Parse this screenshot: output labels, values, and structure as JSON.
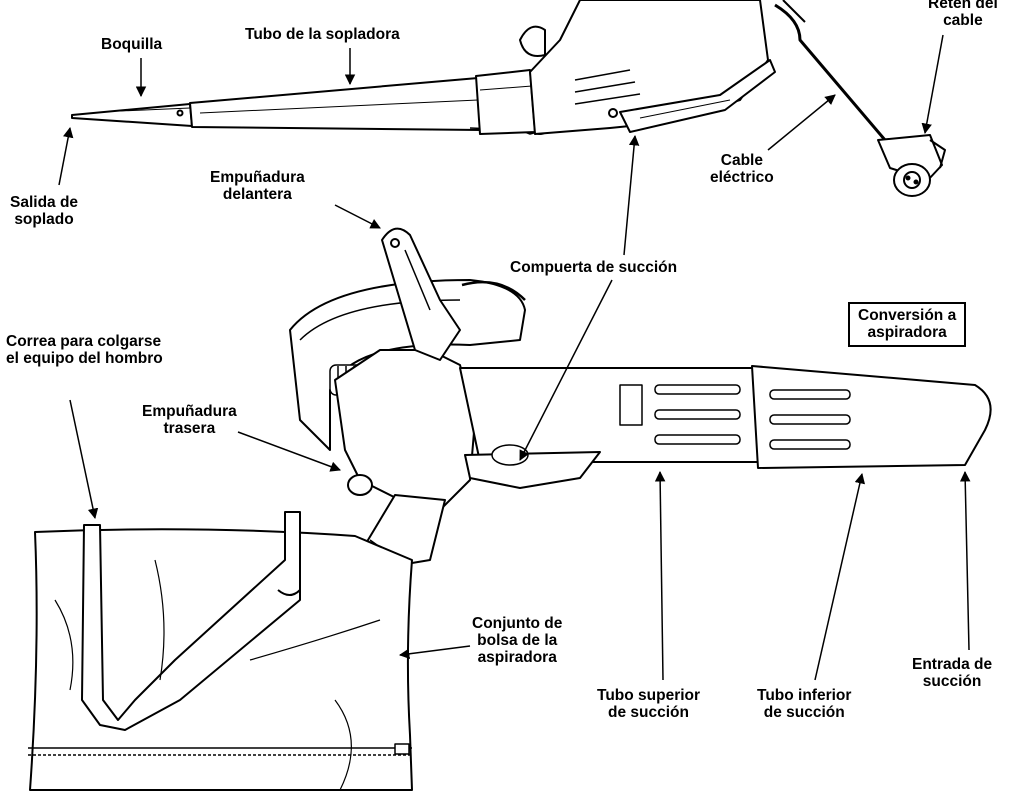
{
  "labels": {
    "boquilla": "Boquilla",
    "tubo_sopladora": "Tubo de la sopladora",
    "reten_cable": [
      "Retén del",
      "cable"
    ],
    "salida_soplado": [
      "Salida de",
      "soplado"
    ],
    "empunadura_delantera": [
      "Empuñadura",
      "delantera"
    ],
    "cable_electrico": [
      "Cable",
      "eléctrico"
    ],
    "compuerta_succion": "Compuerta de succión",
    "conversion_aspiradora": [
      "Conversión a",
      "aspiradora"
    ],
    "correa": [
      "Correa para colgarse",
      "el equipo del hombro"
    ],
    "empunadura_trasera": [
      "Empuñadura",
      "trasera"
    ],
    "conjunto_bolsa": [
      "Conjunto de",
      "bolsa de la",
      "aspiradora"
    ],
    "tubo_superior": [
      "Tubo superior",
      "de succión"
    ],
    "tubo_inferior": [
      "Tubo inferior",
      "de succión"
    ],
    "entrada_succion": [
      "Entrada de",
      "succión"
    ]
  }
}
